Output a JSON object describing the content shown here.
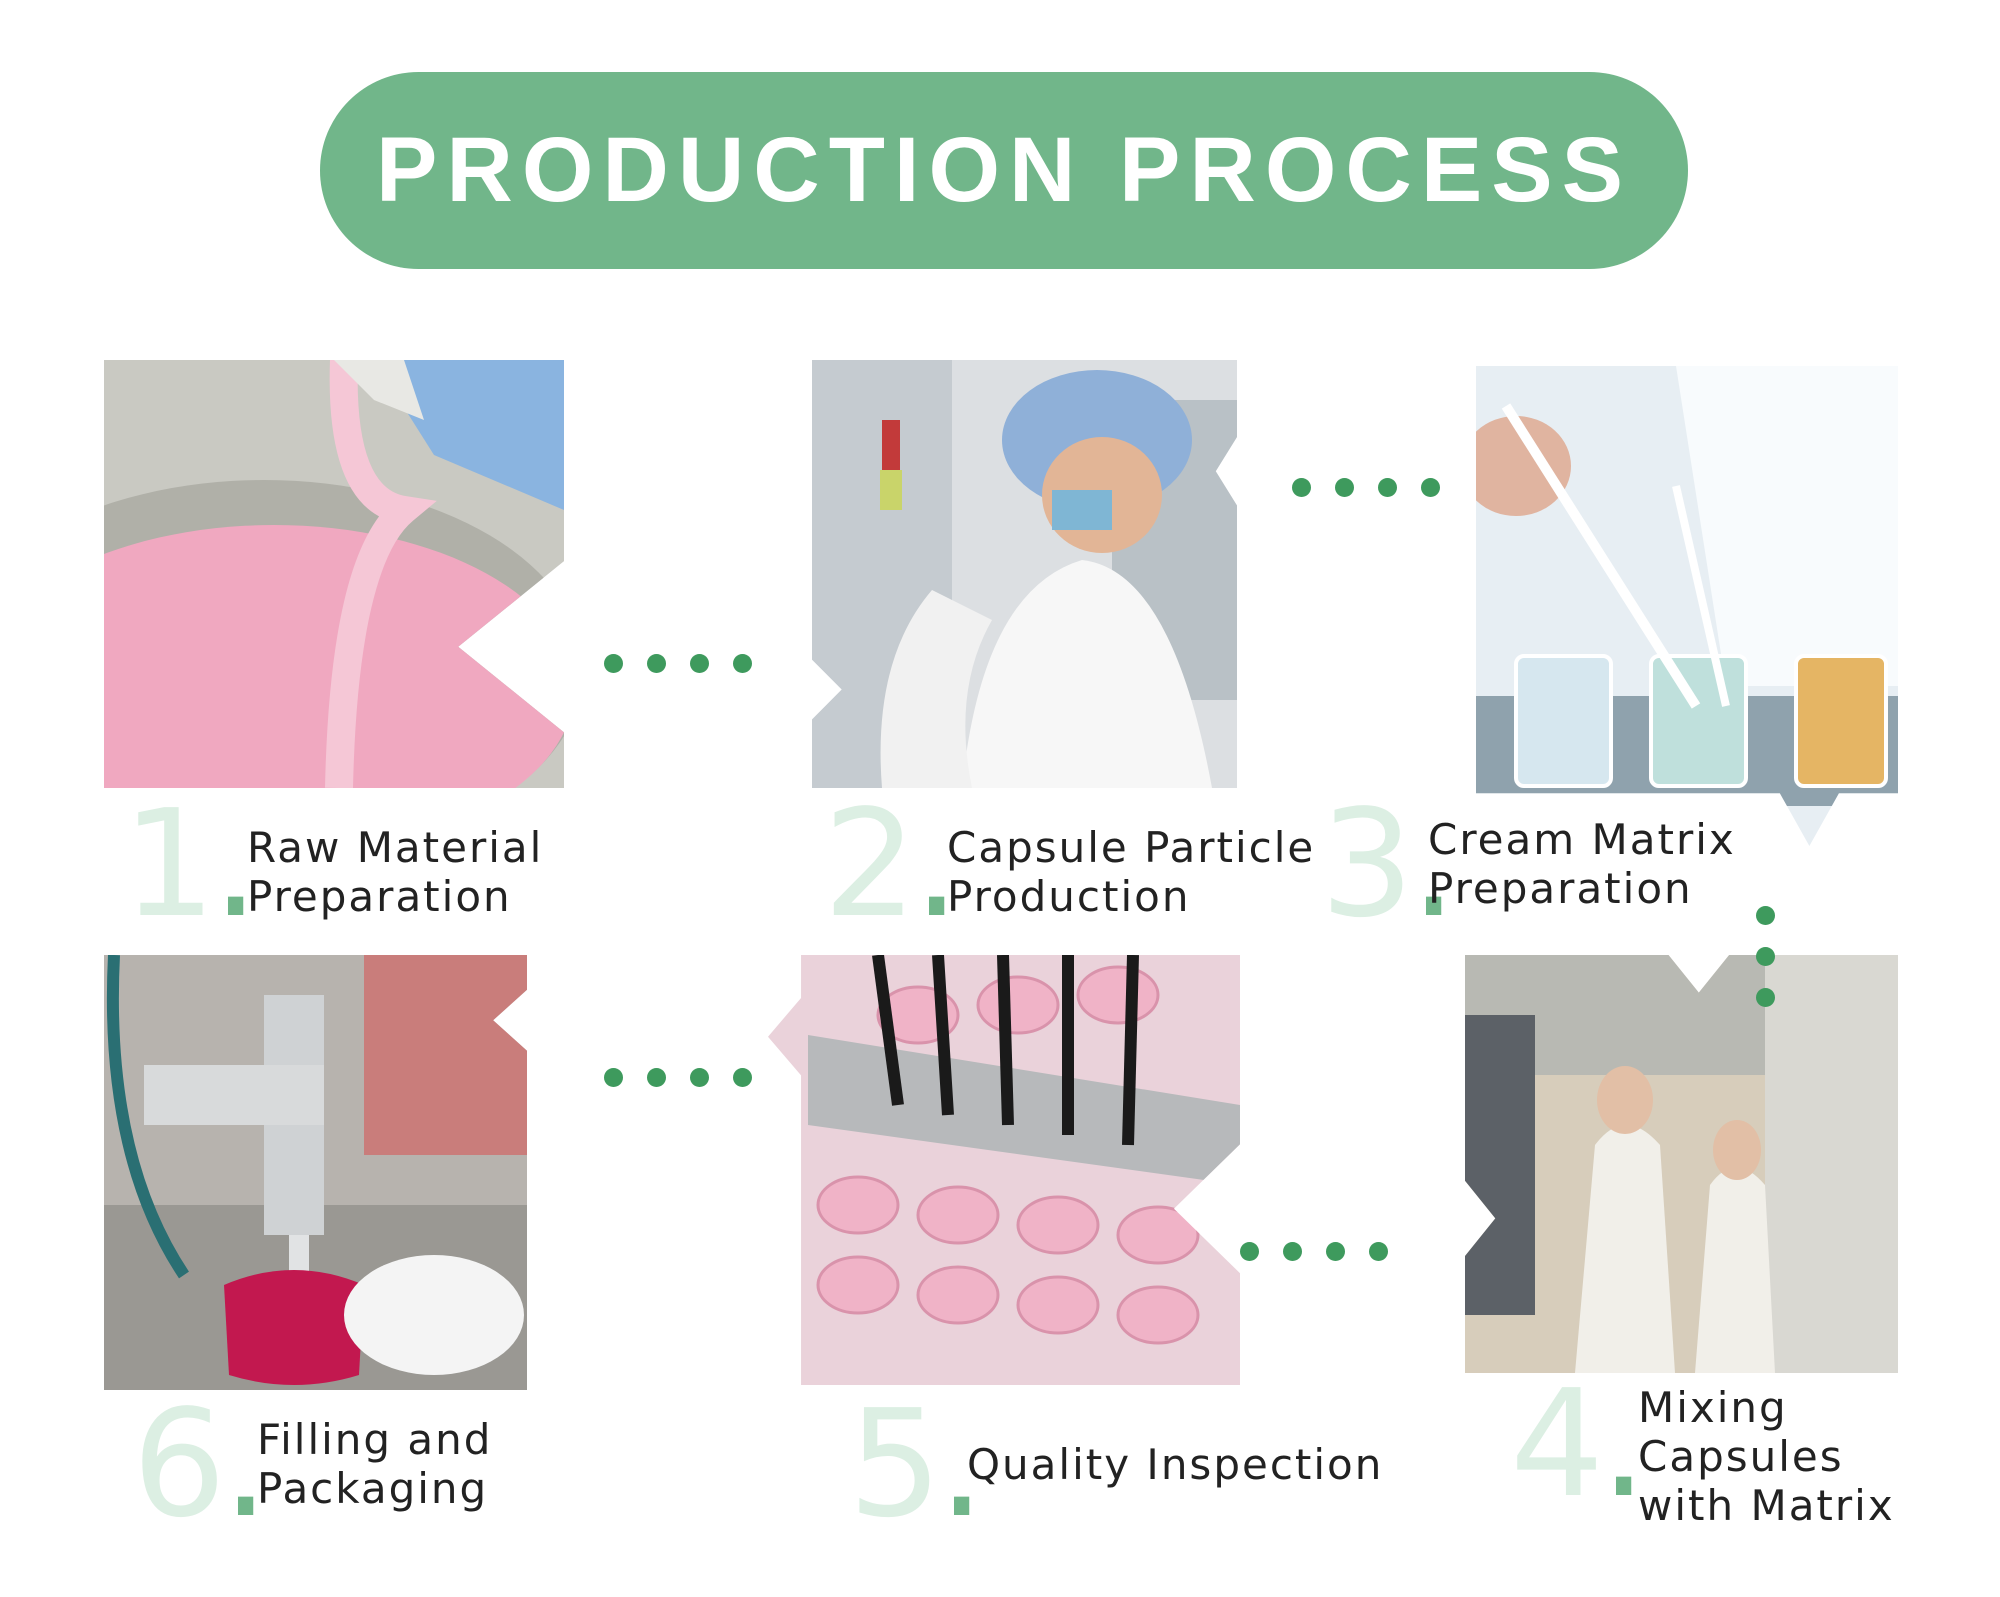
{
  "title": "PRODUCTION PROCESS",
  "accent_color": "#71b68a",
  "connector_color": "#3e9a5d",
  "steps": [
    {
      "number": "1",
      "lines": [
        "Raw Material",
        "Preparation"
      ]
    },
    {
      "number": "2",
      "lines": [
        "Capsule Particle",
        "Production"
      ]
    },
    {
      "number": "3",
      "lines": [
        "Cream Matrix",
        "Preparation"
      ]
    },
    {
      "number": "4",
      "lines": [
        "Mixing",
        "Capsules",
        "with Matrix"
      ]
    },
    {
      "number": "5",
      "lines": [
        "Quality Inspection"
      ]
    },
    {
      "number": "6",
      "lines": [
        "Filling and",
        "Packaging"
      ]
    }
  ]
}
